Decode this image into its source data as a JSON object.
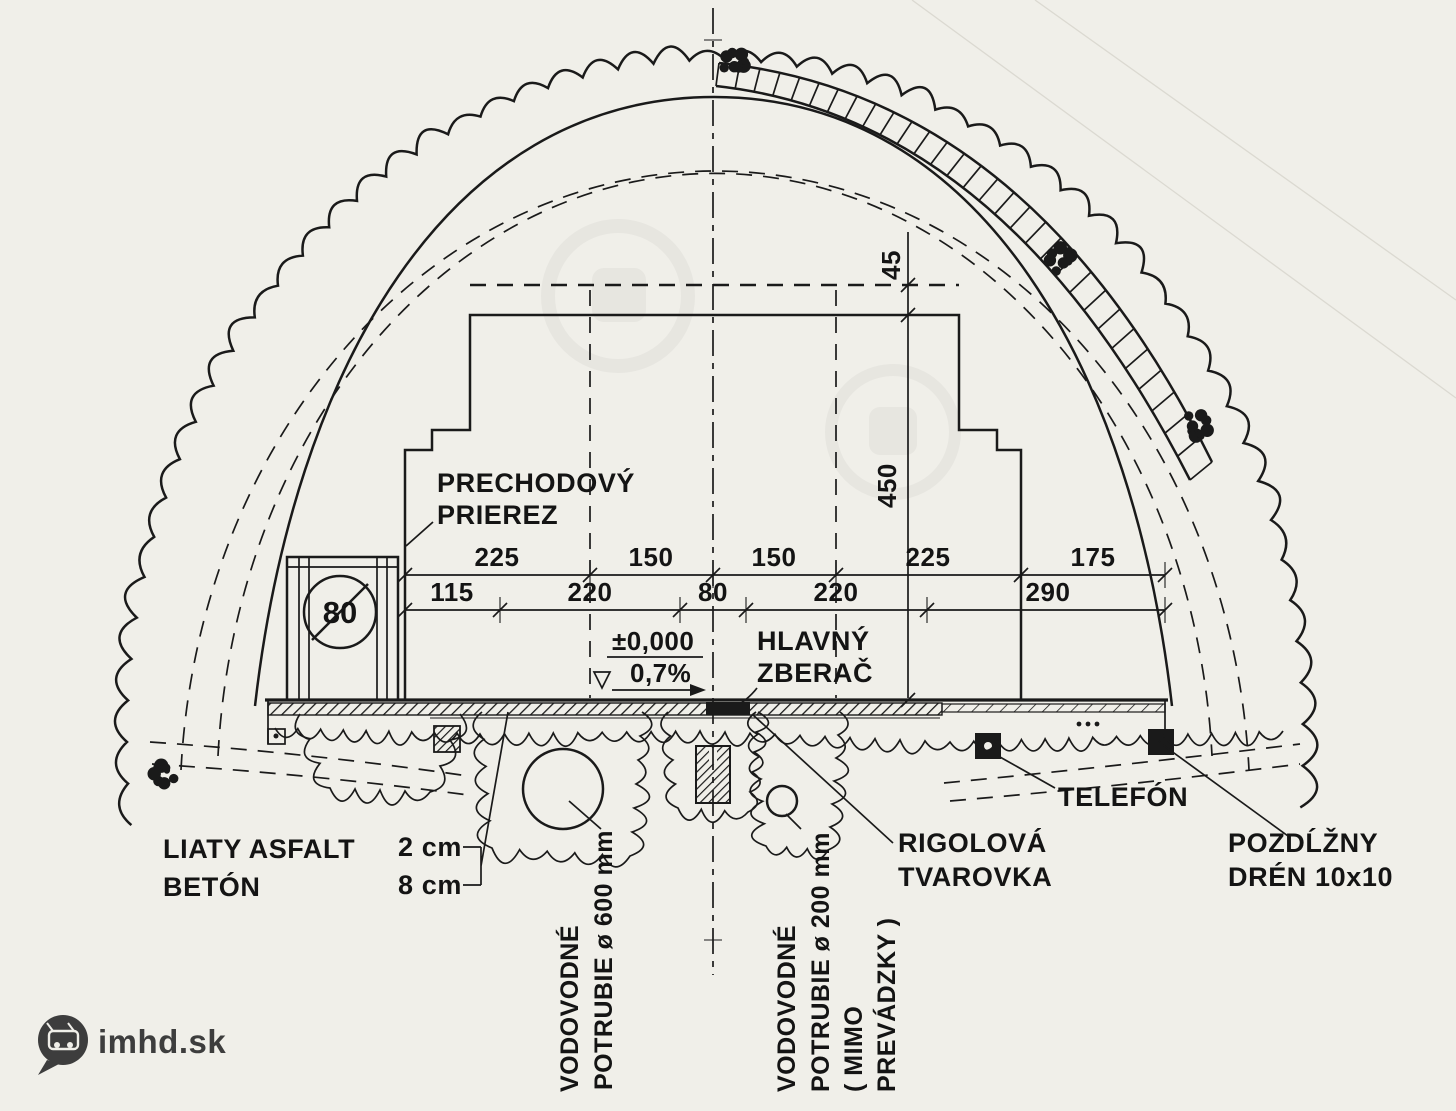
{
  "colors": {
    "paper": "#f0efe9",
    "ink": "#1a1a1a",
    "logo": "#3d3d3d"
  },
  "dimensions": {
    "top_row": [
      "225",
      "150",
      "150",
      "225",
      "175"
    ],
    "bottom_row": [
      "115",
      "220",
      "80",
      "220",
      "290"
    ],
    "vertical_45": "45",
    "vertical_450": "450",
    "level": "±0,000",
    "slope": "0,7%",
    "layer_2cm": "2 cm",
    "layer_8cm": "8 cm"
  },
  "labels": {
    "prechodovy_line1": "PRECHODOVÝ",
    "prechodovy_line2": "PRIEREZ",
    "zberac_line1": "HLAVNÝ",
    "zberac_line2": "ZBERAČ",
    "sign_80": "80",
    "liaty_line1": "LIATY ASFALT",
    "liaty_line2": "BETÓN",
    "telefon": "TELEFÓN",
    "rigolova_line1": "RIGOLOVÁ",
    "rigolova_line2": "TVAROVKA",
    "dren_line1": "POZDĹŽNY",
    "dren_line2": "DRÉN 10x10",
    "pipe600_line1": "VODOVODNÉ",
    "pipe600_line2": "POTRUBIE ø 600 mm",
    "pipe200_line1": "VODOVODNÉ",
    "pipe200_line2": "POTRUBIE ø 200 mm",
    "pipe200_line3": "( MIMO",
    "pipe200_line4": "PREVÁDZKY )"
  },
  "branding": {
    "logo_text": "imhd.sk"
  }
}
